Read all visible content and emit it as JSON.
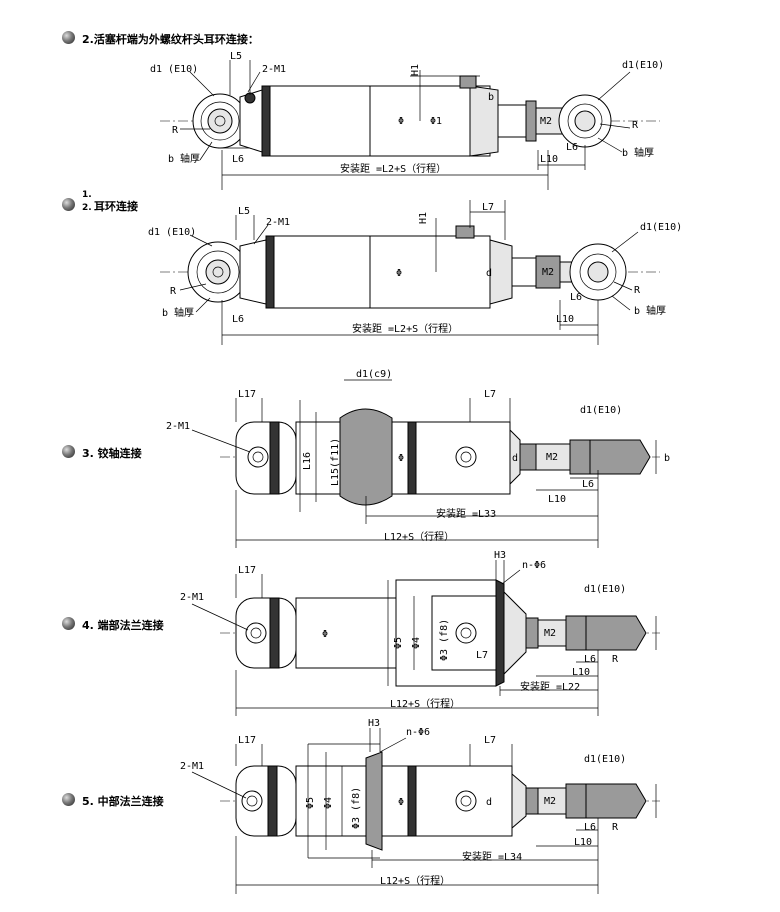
{
  "sections": [
    {
      "title": "2.活塞杆端为外螺纹杆头耳环连接：",
      "labels": {
        "d1_left": "d1 (E10)",
        "L5": "L5",
        "m1": "2-M1",
        "H1": "H1",
        "d1_right": "d1(E10)",
        "R_left": "R",
        "b_left": "b 轴厚",
        "L6_left": "L6",
        "phi": "Φ",
        "phi1": "Φ1",
        "b": "b",
        "M2": "M2",
        "L6_right": "L6",
        "R_right": "R",
        "b_right": "b 轴厚",
        "L10": "L10",
        "install": "安装距 =L2+S（行程）"
      }
    },
    {
      "title_prefix_top": "1.",
      "title_prefix_bottom": "2.",
      "title": "耳环连接",
      "labels": {
        "d1_left": "d1 (E10)",
        "L5": "L5",
        "m1": "2-M1",
        "H1": "H1",
        "L7": "L7",
        "d1_right": "d1(E10)",
        "R_left": "R",
        "b_left": "b 轴厚",
        "L6_left": "L6",
        "phi": "Φ",
        "d": "d",
        "M2": "M2",
        "L6_right": "L6",
        "R_right": "R",
        "b_right": "b 轴厚",
        "L10": "L10",
        "install": "安装距 =L2+S（行程）"
      }
    },
    {
      "title": "3. 铰轴连接",
      "labels": {
        "d1c9": "d1(c9)",
        "L17": "L17",
        "L7": "L7",
        "m1": "2-M1",
        "d1e10": "d1(E10)",
        "L16": "L16",
        "L15": "L15(f11)",
        "phi": "Φ",
        "d": "d",
        "M2": "M2",
        "b": "b",
        "L6": "L6",
        "L10": "L10",
        "install": "安装距 =L33",
        "total": "L12+S（行程）"
      }
    },
    {
      "title": "4. 端部法兰连接",
      "labels": {
        "H3": "H3",
        "nphi6": "n-Φ6",
        "L17": "L17",
        "m1": "2-M1",
        "d1e10": "d1(E10)",
        "phi": "Φ",
        "phi5": "Φ5",
        "phi4": "Φ4",
        "phi3": "Φ3 (f8)",
        "L7": "L7",
        "M2": "M2",
        "L6": "L6",
        "R": "R",
        "L10": "L10",
        "install": "安装距 =L22",
        "total": "L12+S（行程）"
      }
    },
    {
      "title": "5. 中部法兰连接",
      "labels": {
        "H3": "H3",
        "nphi6": "n-Φ6",
        "L17": "L17",
        "L7": "L7",
        "m1": "2-M1",
        "d1e10": "d1(E10)",
        "phi5": "Φ5",
        "phi4": "Φ4",
        "phi3": "Φ3 (f8)",
        "phi": "Φ",
        "d": "d",
        "M2": "M2",
        "L6": "L6",
        "R": "R",
        "L10": "L10",
        "install": "安装距 =L34",
        "total": "L12+S（行程）"
      }
    }
  ]
}
